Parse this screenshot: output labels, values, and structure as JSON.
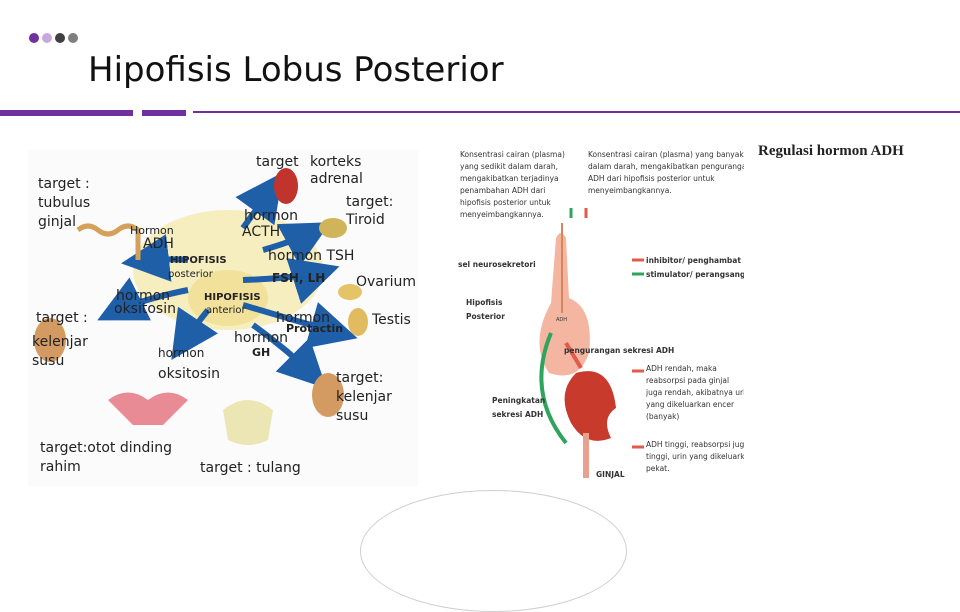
{
  "header": {
    "title": "Hipofisis Lobus Posterior",
    "dot_colors": [
      "#7030a0",
      "#c6a9dd",
      "#404040",
      "#7f7f7f"
    ],
    "accent_color": "#7030a0"
  },
  "left_figure": {
    "labels": {
      "target_korteks": "target",
      "korteks": "korteks",
      "adrenal": "adrenal",
      "target_tubulus": "target :",
      "tubulus": "tubulus",
      "ginjal": "ginjal",
      "hormon_adh_1": "Hormon",
      "hormon_adh_2": "ADH",
      "hormon_acth_1": "hormon",
      "hormon_acth_2": "ACTH",
      "target_tiroid_1": "target:",
      "target_tiroid_2": "Tiroid",
      "hormon_tsh": "hormon TSH",
      "hipofisis_post_1": "HIPOFISIS",
      "hipofisis_post_2": "posterior",
      "fsh_lh": "FSH, LH",
      "ovarium": "Ovarium",
      "hormon_oks_1": "hormon",
      "hormon_oks_2": "oksitosin",
      "hipofisis_ant_1": "HIPOFISIS",
      "hipofisis_ant_2": "anterior",
      "target_kelenjar_1": "target :",
      "target_kelenjar_2": "kelenjar",
      "target_kelenjar_3": "susu",
      "hormon_prolaktin_1": "hormon",
      "hormon_prolaktin_2": "Protactin",
      "testis": "Testis",
      "hormon_gh_1": "hormon",
      "hormon_gh_2": "GH",
      "hormon_oksi_1": "hormon",
      "hormon_oksi_2": "oksitosin",
      "target_kel2_1": "target:",
      "target_kel2_2": "kelenjar",
      "target_kel2_3": "susu",
      "target_otot_1": "target:otot dinding",
      "target_otot_2": "rahim",
      "target_tulang": "target : tulang"
    }
  },
  "right_figure": {
    "title": "Regulasi hormon ADH",
    "text_left": [
      "Konsentrasi cairan (plasma)",
      "yang sedikit dalam darah,",
      "mengakibatkan terjadinya",
      "penambahan ADH dari",
      "hipofisis posterior untuk",
      "menyeimbangkannya."
    ],
    "text_right": [
      "Konsentrasi cairan (plasma) yang banyak",
      "dalam darah, mengakibatkan pengurangan",
      "ADH dari hipofisis posterior untuk",
      "menyeimbangkannya."
    ],
    "sel_neurosekretori": "sel neurosekretori",
    "hipofisis_posterior": [
      "Hipofisis",
      "Posterior"
    ],
    "adh_small": "ADH",
    "legend_inhibitor": "inhibitor/ penghambat",
    "legend_stimulator": "stimulator/ perangsang",
    "pengurangan": "pengurangan sekresi ADH",
    "peningkatan": [
      "Peningkatan",
      "sekresi ADH"
    ],
    "adh_rendah": [
      "ADH rendah, maka",
      "reabsorpsi pada ginjal",
      "juga rendah, akibatnya urin",
      "yang dikeluarkan encer",
      "(banyak)"
    ],
    "adh_tinggi": [
      "ADH tinggi, reabsorpsi juga",
      "tinggi, urin yang dikeluarkan",
      "pekat."
    ],
    "ginjal": "GINJAL"
  }
}
